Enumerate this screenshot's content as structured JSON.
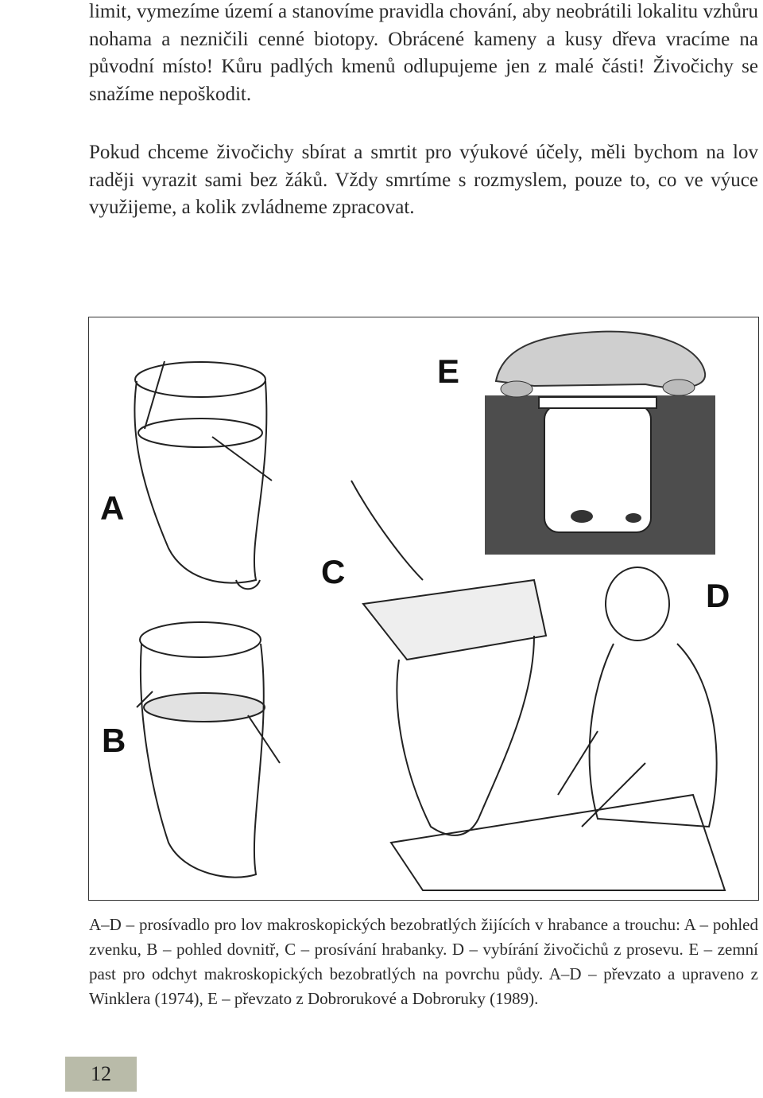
{
  "paragraphs": {
    "p1": "limit, vymezíme území a stanovíme pravidla chování, aby neobrátili lokalitu vzhůru nohama a nezničili cenné biotopy. Obrácené kameny a kusy dřeva vracíme na původní místo! Kůru padlých kmenů odlupujeme jen z malé části! Živočichy se snažíme nepoškodit.",
    "p2": "Pokud chceme živočichy sbírat a smrtit pro výukové účely, měli bychom na lov raději vyrazit sami bez žáků. Vždy smrtíme s rozmyslem, pouze to, co ve výuce využijeme, a kolik zvládneme zpracovat."
  },
  "figure": {
    "labels": {
      "a": "A",
      "b": "B",
      "c": "C",
      "d": "D",
      "e": "E"
    },
    "caption": "A–D – prosívadlo pro lov makroskopických bezobratlých žijících v hrabance a trouchu: A – pohled zvenku, B – pohled dovnitř, C – prosívání hrabanky. D – vybírání živočichů z prosevu. E – zemní past pro odchyt makroskopických bezobratlých na povrchu půdy. A–D – převzato a upraveno z Winklera (1974), E – převzato z Dobrorukové a Dobroruky (1989)."
  },
  "page": {
    "number": "12"
  },
  "colors": {
    "page_tab": "#b9bba9",
    "soil": "#4a4a4a",
    "text": "#2a2a2a"
  }
}
